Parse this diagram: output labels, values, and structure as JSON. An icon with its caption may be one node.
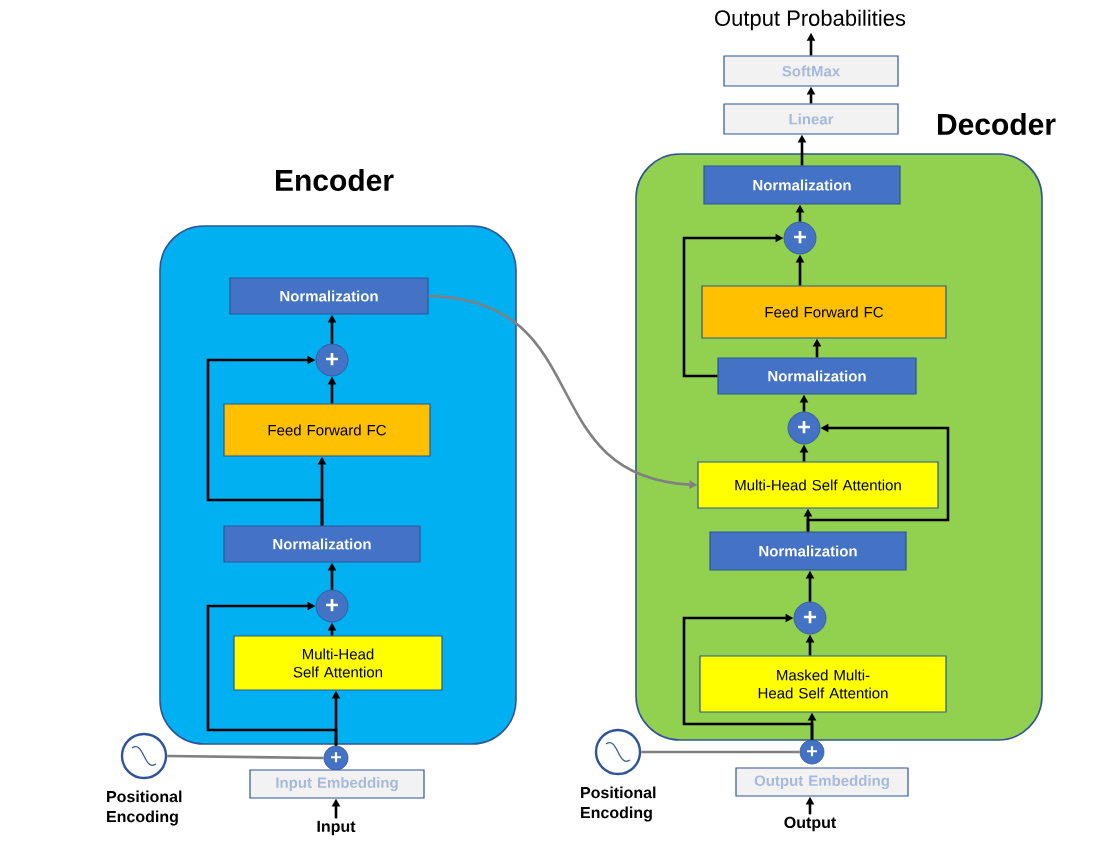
{
  "diagram": {
    "nodes": [
      {
        "text": [
          "Encoder"
        ]
      },
      {
        "text": [
          "Normalization"
        ],
        "in": 0
      },
      {
        "text": [
          "+"
        ],
        "in": 0
      },
      {
        "text": [
          "Feed Forward FC"
        ],
        "in": 0
      },
      {
        "text": [
          "Normalization"
        ],
        "in": 0
      },
      {
        "text": [
          "+"
        ],
        "in": 0
      },
      {
        "text": [
          "Multi-Head Self Attention"
        ],
        "in": 0
      },
      {
        "text": [
          "+"
        ]
      },
      {
        "text": [
          "Input Embedding"
        ]
      },
      {
        "text": [
          "Input"
        ]
      },
      {
        "text": [],
        "shape": "circle",
        "beside": [
          "Positional Encoding"
        ]
      },
      {
        "text": [
          "Decoder"
        ]
      },
      {
        "text": [
          "Normalization"
        ],
        "in": 11
      },
      {
        "text": [
          "+"
        ],
        "in": 11
      },
      {
        "text": [
          "Feed Forward FC"
        ],
        "in": 11
      },
      {
        "text": [
          "Normalization"
        ],
        "in": 11
      },
      {
        "text": [
          "+"
        ],
        "in": 11
      },
      {
        "text": [
          "Multi-Head Self Attention"
        ],
        "in": 11
      },
      {
        "text": [
          "Normalization"
        ],
        "in": 11
      },
      {
        "text": [
          "+"
        ],
        "in": 11
      },
      {
        "text": [
          "Masked Multi-Head Self Attention"
        ],
        "in": 11
      },
      {
        "text": [
          "+"
        ]
      },
      {
        "text": [
          "Output Embedding"
        ]
      },
      {
        "text": [
          "Output"
        ]
      },
      {
        "text": [],
        "shape": "circle",
        "beside": [
          "Positional Encoding"
        ]
      },
      {
        "text": [
          "Linear"
        ]
      },
      {
        "text": [
          "SoftMax"
        ]
      },
      {
        "text": [
          "Output Probabilities"
        ]
      }
    ],
    "edges": [
      {
        "from": 9,
        "to": 8,
        "arrow": "to"
      },
      {
        "from": 10,
        "to": 7,
        "arrow": "none",
        "color": "#808080"
      },
      {
        "from": 7,
        "to": 6,
        "arrow": "to"
      },
      {
        "from": 7,
        "to": 5,
        "arrow": "to"
      },
      {
        "from": 6,
        "to": 5,
        "arrow": "to"
      },
      {
        "from": 5,
        "to": 4,
        "arrow": "to"
      },
      {
        "from": 4,
        "to": 3,
        "arrow": "to"
      },
      {
        "from": 4,
        "to": 2,
        "arrow": "to"
      },
      {
        "from": 3,
        "to": 2,
        "arrow": "to"
      },
      {
        "from": 2,
        "to": 1,
        "arrow": "to"
      },
      {
        "from": 1,
        "to": 17,
        "arrow": "to",
        "color": "#808080"
      },
      {
        "from": 23,
        "to": 22,
        "arrow": "to"
      },
      {
        "from": 24,
        "to": 21,
        "arrow": "none",
        "color": "#808080"
      },
      {
        "from": 21,
        "to": 20,
        "arrow": "to"
      },
      {
        "from": 21,
        "to": 19,
        "arrow": "to"
      },
      {
        "from": 20,
        "to": 19,
        "arrow": "to"
      },
      {
        "from": 19,
        "to": 18,
        "arrow": "to"
      },
      {
        "from": 18,
        "to": 17,
        "arrow": "to"
      },
      {
        "from": 18,
        "to": 16,
        "arrow": "to"
      },
      {
        "from": 17,
        "to": 16,
        "arrow": "to"
      },
      {
        "from": 16,
        "to": 15,
        "arrow": "to"
      },
      {
        "from": 15,
        "to": 14,
        "arrow": "to"
      },
      {
        "from": 15,
        "to": 13,
        "arrow": "to"
      },
      {
        "from": 14,
        "to": 13,
        "arrow": "to"
      },
      {
        "from": 13,
        "to": 12,
        "arrow": "to"
      },
      {
        "from": 12,
        "to": 25,
        "arrow": "to"
      },
      {
        "from": 25,
        "to": 26,
        "arrow": "to"
      },
      {
        "from": 26,
        "to": 27,
        "arrow": "to"
      }
    ]
  }
}
